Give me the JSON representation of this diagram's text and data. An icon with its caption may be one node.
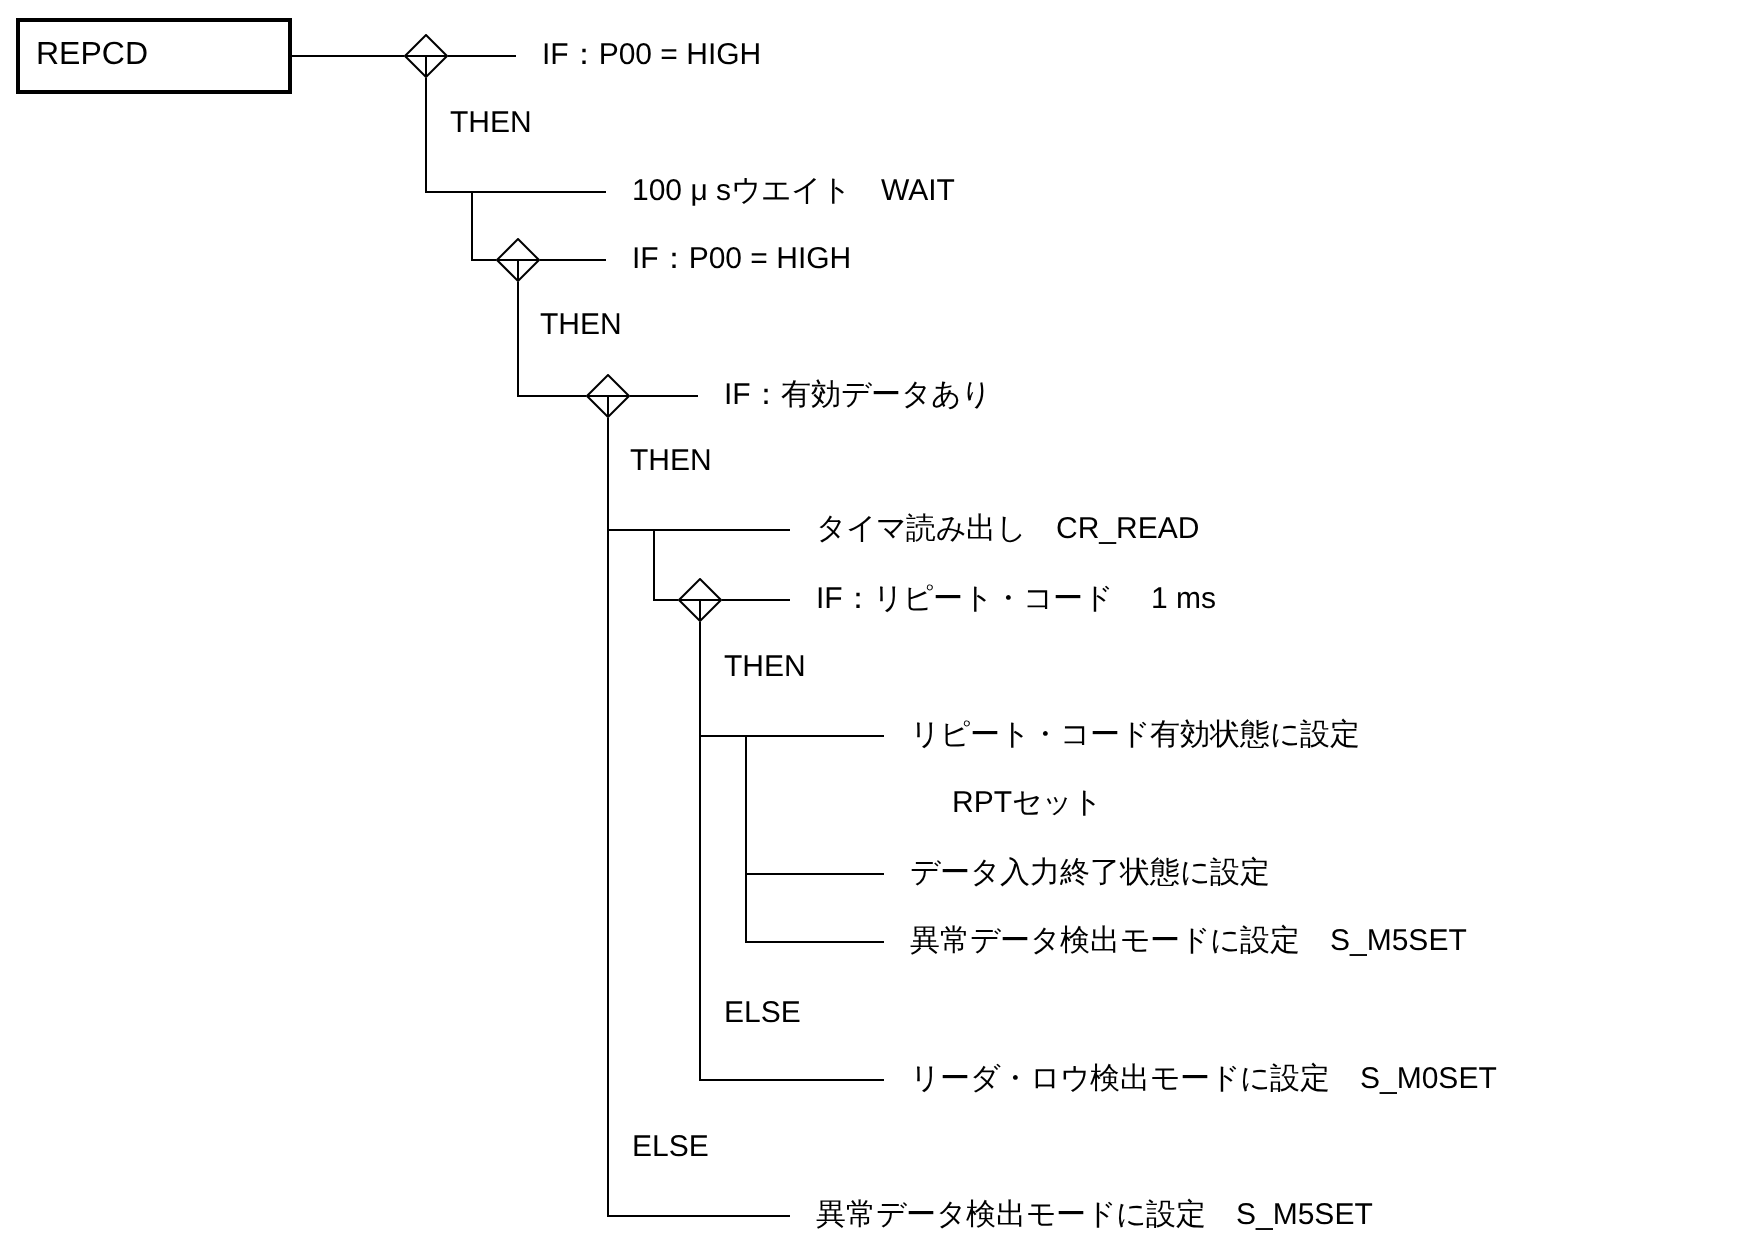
{
  "diagram": {
    "nodes": [
      {
        "text": [
          "REPCD"
        ]
      },
      {
        "text": [],
        "shape": "diamond"
      },
      {
        "text": [
          "IF：P00 = HIGH"
        ]
      },
      {
        "text": [
          "100 μ sウエイト　WAIT"
        ]
      },
      {
        "text": [],
        "shape": "diamond"
      },
      {
        "text": [
          "IF：P00 = HIGH"
        ]
      },
      {
        "text": [],
        "shape": "diamond"
      },
      {
        "text": [
          "IF：有効データあり"
        ]
      },
      {
        "text": [
          "タイマ読み出し　CR_READ"
        ]
      },
      {
        "text": [],
        "shape": "diamond"
      },
      {
        "text": [
          "IF：リピート・コード　 1 ms"
        ]
      },
      {
        "text": [
          "リピート・コード有効状態に設定",
          "RPTセット"
        ]
      },
      {
        "text": [
          "データ入力終了状態に設定"
        ]
      },
      {
        "text": [
          "異常データ検出モードに設定　S_M5SET"
        ]
      },
      {
        "text": [
          "リーダ・ロウ検出モードに設定　S_M0SET"
        ]
      },
      {
        "text": [
          "異常データ検出モードに設定　S_M5SET"
        ]
      }
    ],
    "edges": [
      {
        "from": 0,
        "to": 1,
        "arrow": "none"
      },
      {
        "from": 1,
        "to": 2,
        "arrow": "none"
      },
      {
        "from": 1,
        "to": 3,
        "arrow": "none"
      },
      {
        "from": 1,
        "to": 4,
        "arrow": "none"
      },
      {
        "from": 4,
        "to": 5,
        "arrow": "none"
      },
      {
        "from": 4,
        "to": 6,
        "arrow": "none"
      },
      {
        "from": 6,
        "to": 7,
        "arrow": "none"
      },
      {
        "from": 6,
        "to": 8,
        "arrow": "none"
      },
      {
        "from": 6,
        "to": 9,
        "arrow": "none"
      },
      {
        "from": 6,
        "to": 15,
        "arrow": "none"
      },
      {
        "from": 9,
        "to": 10,
        "arrow": "none"
      },
      {
        "from": 9,
        "to": 11,
        "arrow": "none"
      },
      {
        "from": 9,
        "to": 12,
        "arrow": "none"
      },
      {
        "from": 9,
        "to": 13,
        "arrow": "none"
      },
      {
        "from": 9,
        "to": 14,
        "arrow": "none"
      }
    ],
    "labels": [
      "THEN",
      "THEN",
      "THEN",
      "THEN",
      "ELSE",
      "ELSE"
    ]
  }
}
